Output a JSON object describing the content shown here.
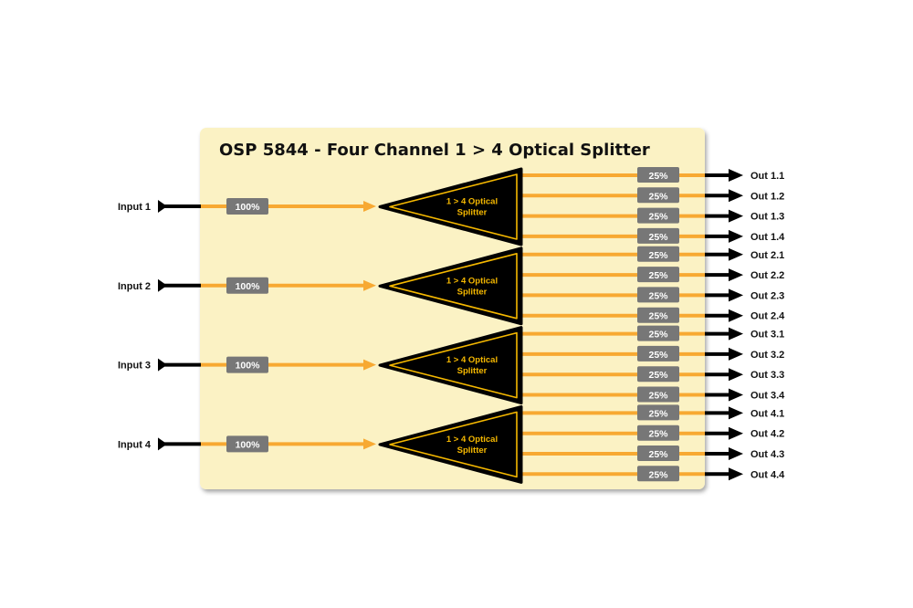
{
  "title": "OSP 5844 - Four Channel 1 > 4 Optical Splitter",
  "colors": {
    "panel": "#fbf2c4",
    "fiber": "#f7a932",
    "badge": "#777777",
    "splitter": "#000000",
    "splitter_border": "#f5b800"
  },
  "channels": [
    {
      "input": "Input 1",
      "input_pct": "100%",
      "splitter_line1": "1 > 4 Optical",
      "splitter_line2": "Splitter",
      "outputs": [
        {
          "label": "Out 1.1",
          "pct": "25%"
        },
        {
          "label": "Out 1.2",
          "pct": "25%"
        },
        {
          "label": "Out 1.3",
          "pct": "25%"
        },
        {
          "label": "Out 1.4",
          "pct": "25%"
        }
      ]
    },
    {
      "input": "Input 2",
      "input_pct": "100%",
      "splitter_line1": "1 > 4 Optical",
      "splitter_line2": "Splitter",
      "outputs": [
        {
          "label": "Out 2.1",
          "pct": "25%"
        },
        {
          "label": "Out 2.2",
          "pct": "25%"
        },
        {
          "label": "Out 2.3",
          "pct": "25%"
        },
        {
          "label": "Out 2.4",
          "pct": "25%"
        }
      ]
    },
    {
      "input": "Input 3",
      "input_pct": "100%",
      "splitter_line1": "1 > 4 Optical",
      "splitter_line2": "Splitter",
      "outputs": [
        {
          "label": "Out 3.1",
          "pct": "25%"
        },
        {
          "label": "Out 3.2",
          "pct": "25%"
        },
        {
          "label": "Out 3.3",
          "pct": "25%"
        },
        {
          "label": "Out 3.4",
          "pct": "25%"
        }
      ]
    },
    {
      "input": "Input 4",
      "input_pct": "100%",
      "splitter_line1": "1 > 4 Optical",
      "splitter_line2": "Splitter",
      "outputs": [
        {
          "label": "Out 4.1",
          "pct": "25%"
        },
        {
          "label": "Out 4.2",
          "pct": "25%"
        },
        {
          "label": "Out 4.3",
          "pct": "25%"
        },
        {
          "label": "Out 4.4",
          "pct": "25%"
        }
      ]
    }
  ]
}
